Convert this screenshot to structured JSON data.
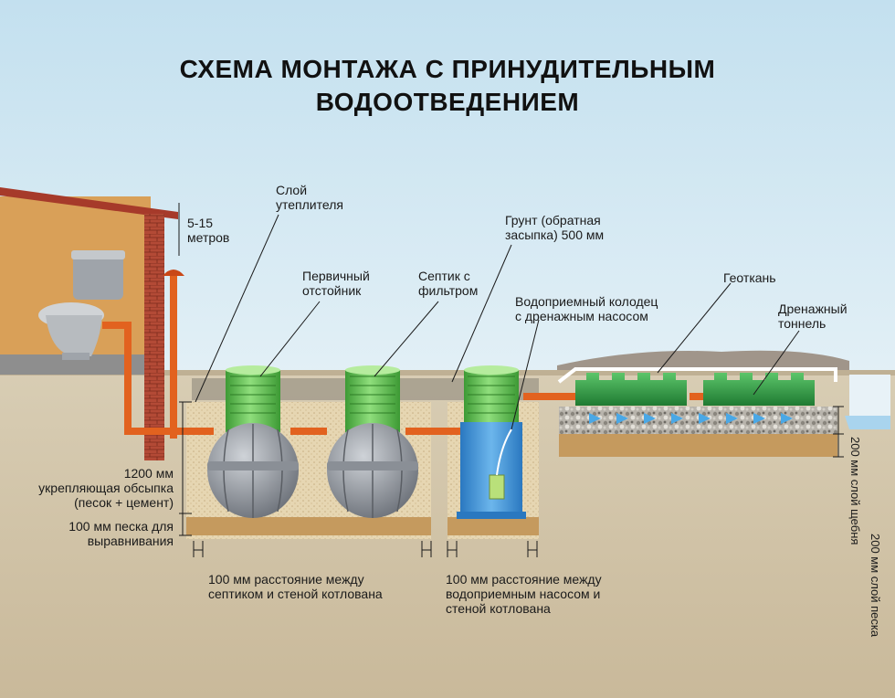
{
  "title": {
    "line1": "СХЕМА МОНТАЖА С ПРИНУДИТЕЛЬНЫМ",
    "line2": "ВОДООТВЕДЕНИЕМ"
  },
  "labels": {
    "distance": [
      "5-15",
      "метров"
    ],
    "insulation": [
      "Слой",
      "утеплителя"
    ],
    "primary_tank": [
      "Первичный",
      "отстойник"
    ],
    "septic_filter": [
      "Септик с",
      "фильтром"
    ],
    "backfill": [
      "Грунт (обратная",
      "засыпка) 500 мм"
    ],
    "pump_well": [
      "Водоприемный колодец",
      "с дренажным насосом"
    ],
    "geotextile": [
      "Геоткань"
    ],
    "drain_tunnel": [
      "Дренажный",
      "тоннель"
    ],
    "reinforced_backfill": [
      "1200 мм",
      "укрепляющая обсыпка",
      "(песок + цемент)"
    ],
    "sand_leveling": [
      "100 мм песка для",
      "выравнивания"
    ],
    "gap_septic": [
      "100 мм расстояние между",
      "септиком и стеной котлована"
    ],
    "gap_pump": [
      "100 мм расстояние между",
      "водоприемным насосом и",
      "стеной котлована"
    ],
    "gravel_layer": "200 мм  слой щебня",
    "sand_layer": "200 мм  слой песка"
  },
  "colors": {
    "sky": "#cfe6f2",
    "soil": "#d2c4a6",
    "house_wall": "#d9a058",
    "brick": "#a63a2a",
    "pipe": "#e2621f",
    "tank_neck": "#5cbf4e",
    "tank_body": "#9aa0a8",
    "well": "#3b8fd4",
    "sand": "#c59a5e",
    "tunnel": "#2f9e44"
  }
}
